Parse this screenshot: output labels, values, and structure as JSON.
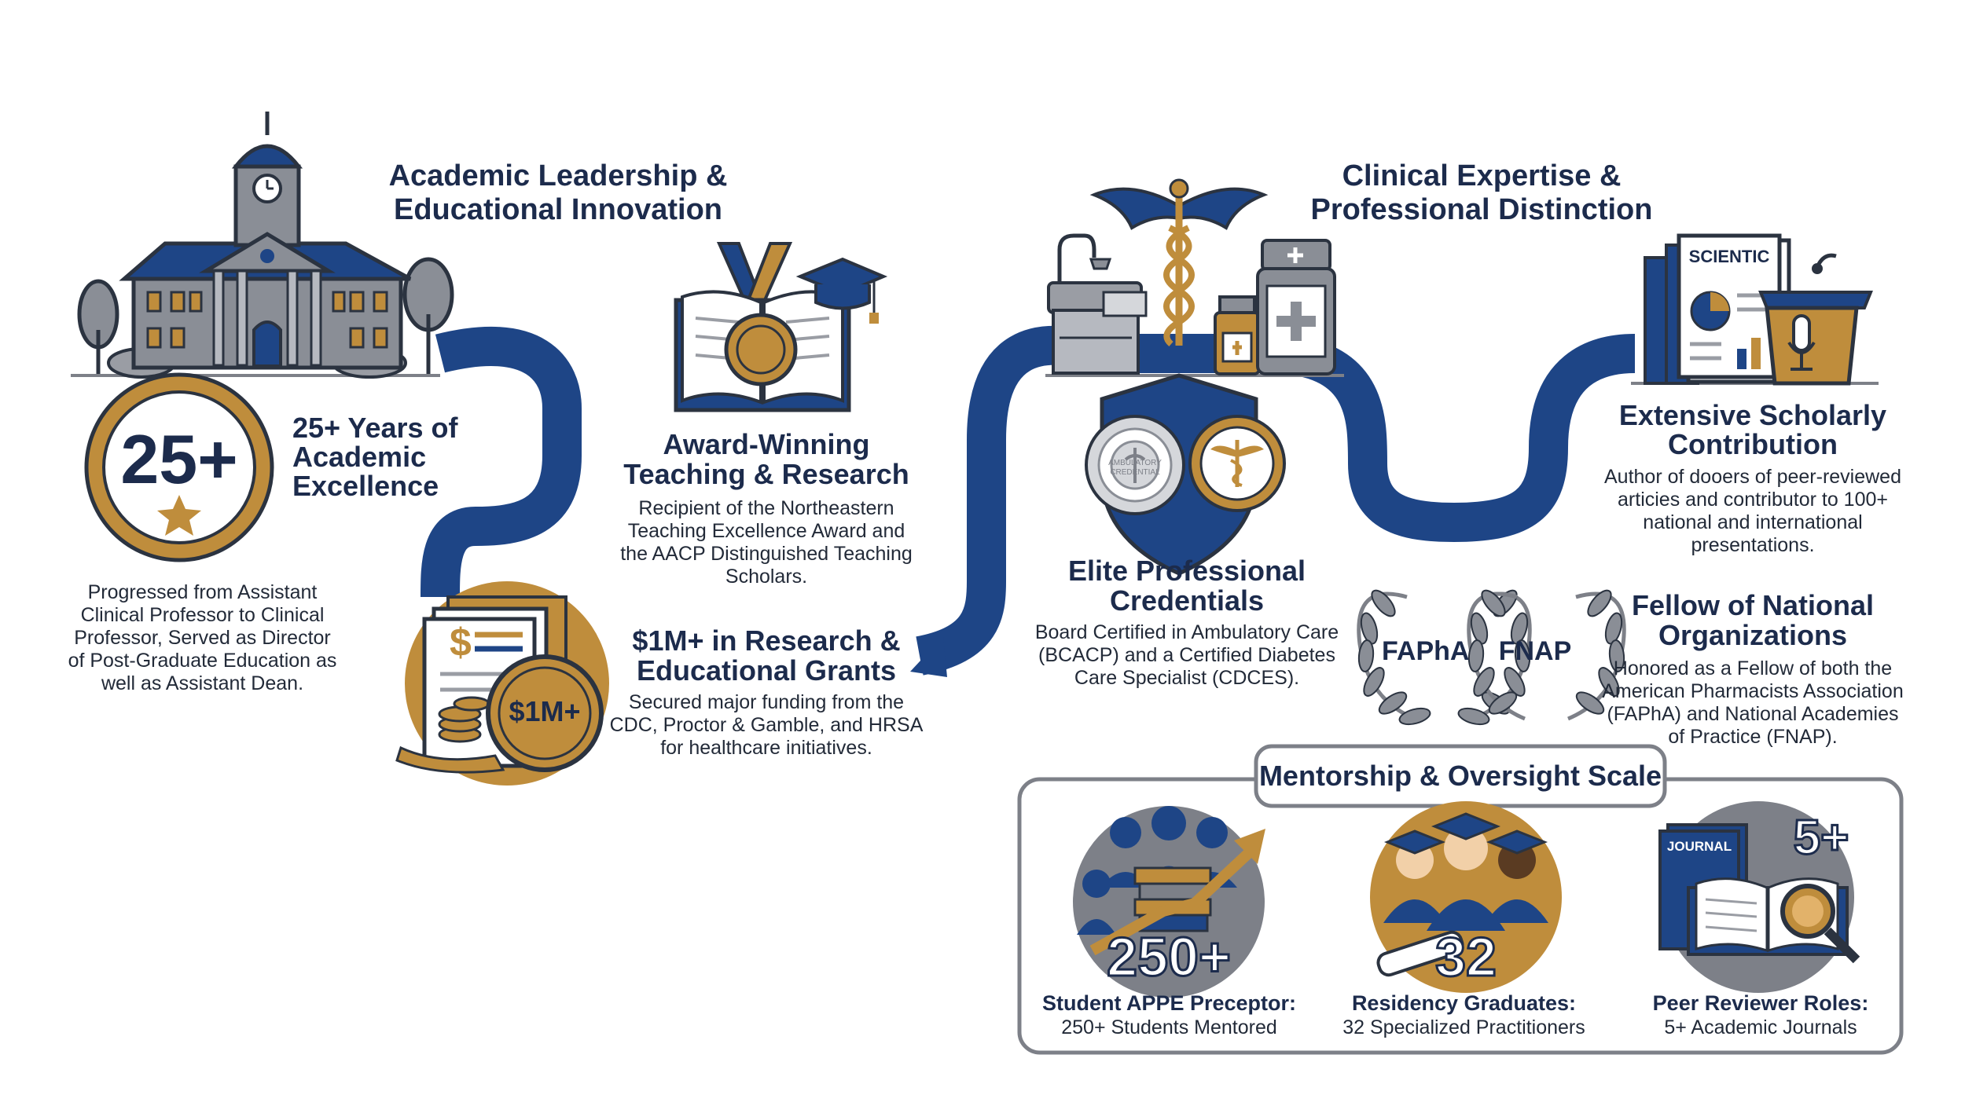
{
  "left_section": {
    "title_line1": "Academic Leadership &",
    "title_line2": "Educational Innovation",
    "years": {
      "badge": "25+",
      "title_line1": "25+ Years of",
      "title_line2": "Academic",
      "title_line3": "Excellence",
      "desc_line1": "Progressed from Assistant",
      "desc_line2": "Clinical Professor to Clinical",
      "desc_line3": "Professor, Served as Director",
      "desc_line4": "of Post-Graduate Education as",
      "desc_line5": "well as Assistant Dean."
    },
    "award": {
      "title_line1": "Award-Winning",
      "title_line2": "Teaching & Research",
      "desc_line1": "Recipient of the Northeastern",
      "desc_line2": "Teaching Excellence Award and",
      "desc_line3": "the AACP Distinguished Teaching",
      "desc_line4": "Scholars."
    },
    "grants": {
      "coin": "$1M+",
      "title_line1": "$1M+ in Research &",
      "title_line2": "Educational Grants",
      "desc_line1": "Secured major funding from the",
      "desc_line2": "CDC, Proctor & Gamble, and HRSA",
      "desc_line3": "for healthcare initiatives."
    }
  },
  "right_section": {
    "title_line1": "Clinical Expertise &",
    "title_line2": "Professional Distinction",
    "credentials": {
      "title_line1": "Elite Professional",
      "title_line2": "Credentials",
      "desc_line1": "Board Certified in Ambulatory Care",
      "desc_line2": "(BCACP) and a Certified Diabetes",
      "desc_line3": "Care Specialist (CDCES).",
      "seal_text": "AMBULATORY CREDENTIAL"
    },
    "scholarly": {
      "paper_label": "SCIENTIC",
      "title_line1": "Extensive Scholarly",
      "title_line2": "Contribution",
      "desc_line1": "Author of dooers of peer-reviewed",
      "desc_line2": "articies and contributor to 100+",
      "desc_line3": "national and international",
      "desc_line4": "presentations."
    },
    "fellow": {
      "badge_left": "FAPhA",
      "badge_right": "FNAP",
      "title_line1": "Fellow of National",
      "title_line2": "Organizations",
      "desc_line1": "Honored as a Fellow of both the",
      "desc_line2": "American Pharmacists Association",
      "desc_line3": "(FAPhA) and National Academies",
      "desc_line4": "of Practice (FNAP)."
    }
  },
  "mentorship": {
    "title": "Mentorship & Oversight Scale",
    "items": [
      {
        "number": "250+",
        "label": "Student APPE Preceptor:",
        "detail": "250+ Students Mentored"
      },
      {
        "number": "32",
        "label": "Residency Graduates:",
        "detail": "32 Specialized Practitioners"
      },
      {
        "number": "5+",
        "label": "Peer Reviewer Roles:",
        "detail": "5+ Academic Journals",
        "journal_label": "JOURNAL"
      }
    ]
  },
  "colors": {
    "navy": "#1e4586",
    "gold": "#bf8d3c",
    "ink": "#1c2b4c",
    "gray": "#7d8088"
  },
  "icons": [
    "university-building-icon",
    "book-medal-icon",
    "money-coin-icon",
    "caduceus-icon",
    "pharmacy-bottle-icon",
    "scientific-paper-icon",
    "podium-icon",
    "shield-seal-icon",
    "laurel-wreath-icon",
    "graduation-cap-icon",
    "journal-magnifier-icon"
  ]
}
